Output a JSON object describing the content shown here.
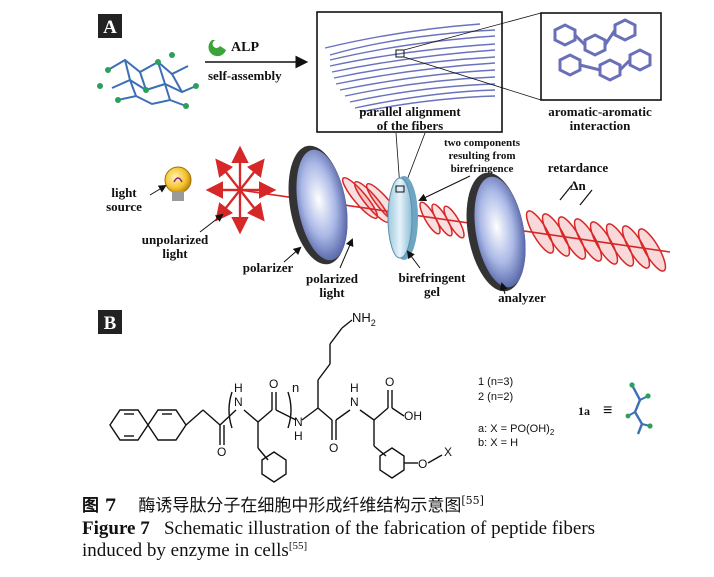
{
  "panel_a": {
    "label": "A",
    "alp": "ALP",
    "self_assembly": "self-assembly",
    "parallel_line1": "parallel alignment",
    "parallel_line2": "of the fibers",
    "aromatic_line1": "aromatic-aromatic",
    "aromatic_line2": "interaction",
    "two_comp_line1": "two components",
    "two_comp_line2": "resulting from",
    "two_comp_line3": "birefringence",
    "retardance": "retardance",
    "delta_n": "Δn",
    "light_source_line1": "light",
    "light_source_line2": "source",
    "unpolarized_line1": "unpolarized",
    "unpolarized_line2": "light",
    "polarizer": "polarizer",
    "polarized_line1": "polarized",
    "polarized_line2": "light",
    "birefringent_line1": "birefringent",
    "birefringent_line2": "gel",
    "analyzer": "analyzer"
  },
  "panel_b": {
    "label": "B",
    "nh2": "NH",
    "nh2_sub": "2",
    "n_label": "n",
    "h": "H",
    "n": "N",
    "o": "O",
    "oh": "OH",
    "x": "X",
    "item1": "1 (n=3)",
    "item2": "2 (n=2)",
    "item_a": "a: X = PO(OH)",
    "item_a_sub": "2",
    "item_b": "b: X = H",
    "eq_label": "1a",
    "equiv": "≡"
  },
  "caption": {
    "cn_label": "图 7",
    "cn_text": "酶诱导肽分子在细胞中形成纤维结构示意图",
    "cn_ref": "[55]",
    "en_label": "Figure 7",
    "en_text_1": "Schematic illustration of the fabrication of peptide fibers",
    "en_text_2": "induced by enzyme in cells",
    "en_ref": "[55]"
  },
  "colors": {
    "wave_red": "#d62828",
    "lens_blue": "#8fa3d8",
    "fiber_blue": "#5a63b8",
    "molecule_blue": "#3b6fb6",
    "molecule_green": "#2ca05a",
    "alp_green": "#3aa43a",
    "bulb_yellow": "#f2c22a"
  }
}
